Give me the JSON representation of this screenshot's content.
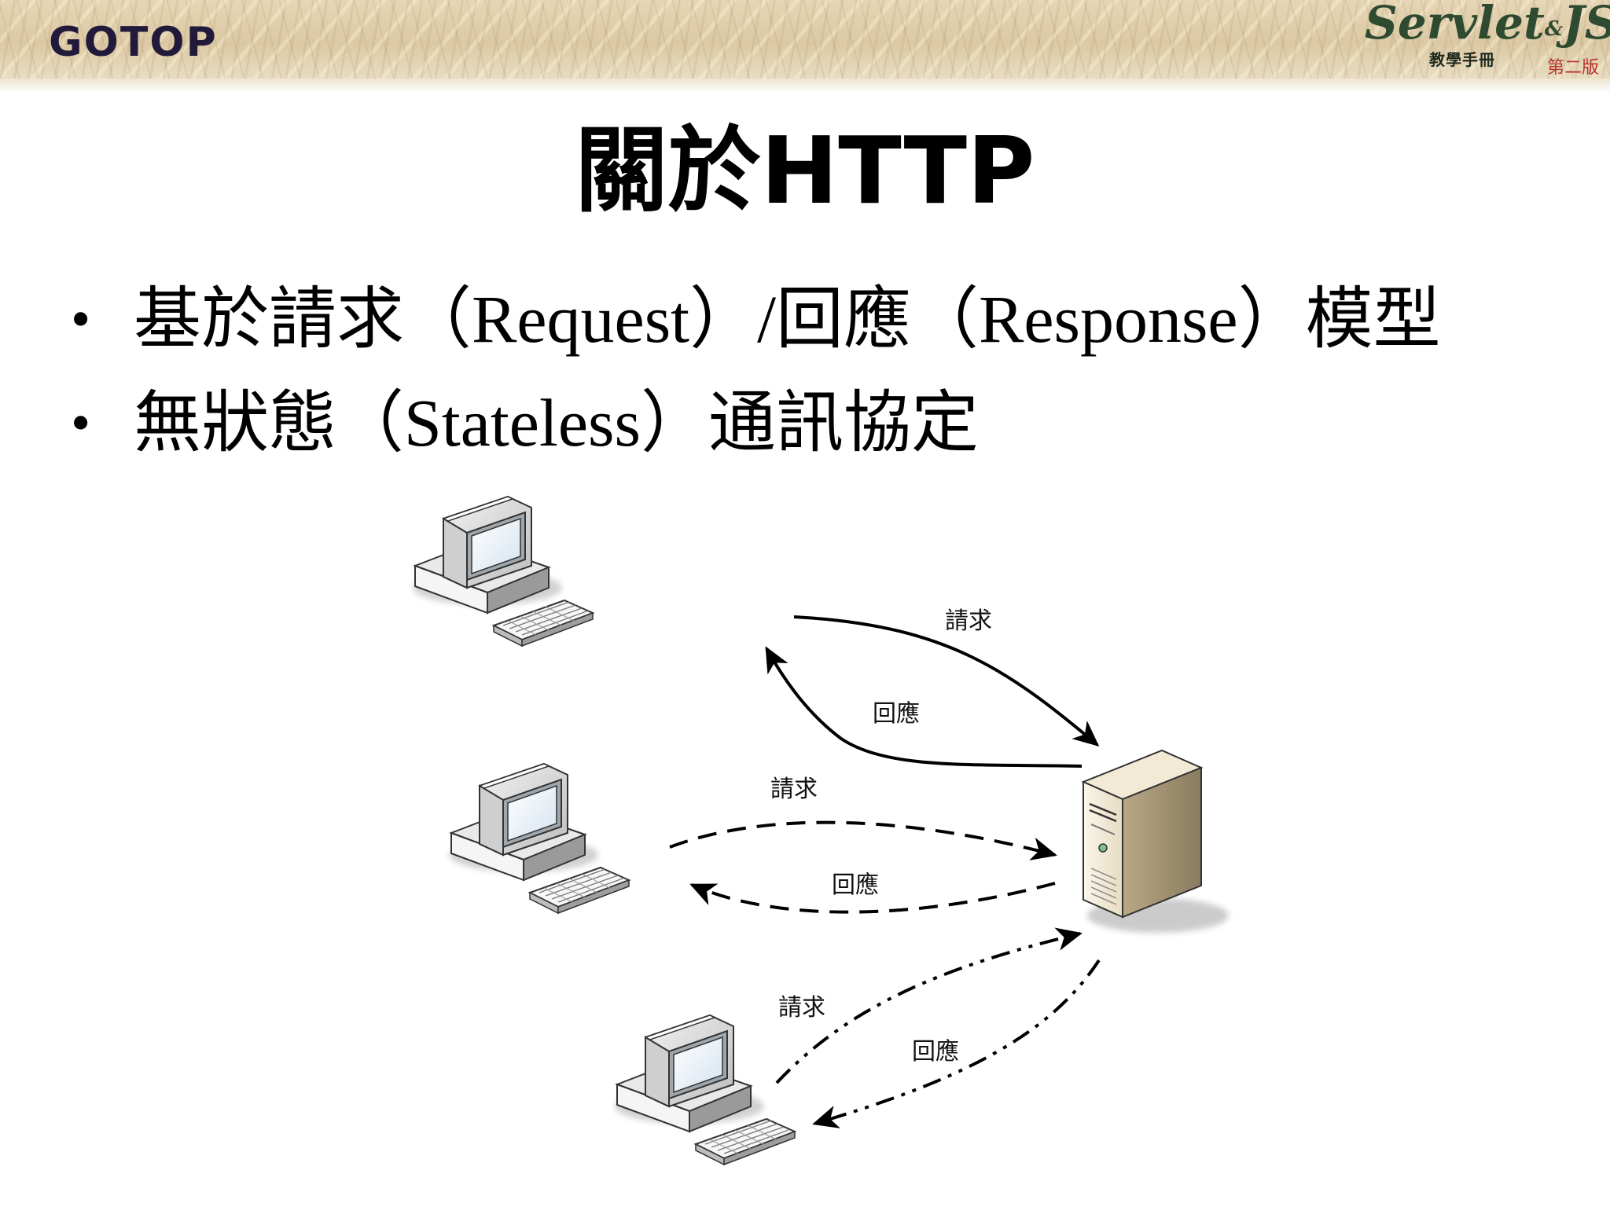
{
  "header": {
    "publisher_logo": "GOTOP",
    "brand_main": "Servlet",
    "brand_amp": "&",
    "brand_main2": "JSP",
    "brand_sub": "教學手冊",
    "brand_edition": "第二版"
  },
  "title": "關於HTTP",
  "bullets": [
    {
      "marker": "•",
      "text": "基於請求（Request）/回應（Response）模型"
    },
    {
      "marker": "•",
      "text": "無狀態（Stateless）通訊協定"
    }
  ],
  "diagram": {
    "icons": [
      "client-computer-icon",
      "client-computer-icon",
      "client-computer-icon",
      "server-tower-icon"
    ],
    "labels": {
      "request_1": "請求",
      "response_1": "回應",
      "request_2": "請求",
      "response_2": "回應",
      "request_3": "請求",
      "response_3": "回應"
    },
    "line_styles": [
      "solid",
      "dashed",
      "dash-dot-dot"
    ]
  }
}
